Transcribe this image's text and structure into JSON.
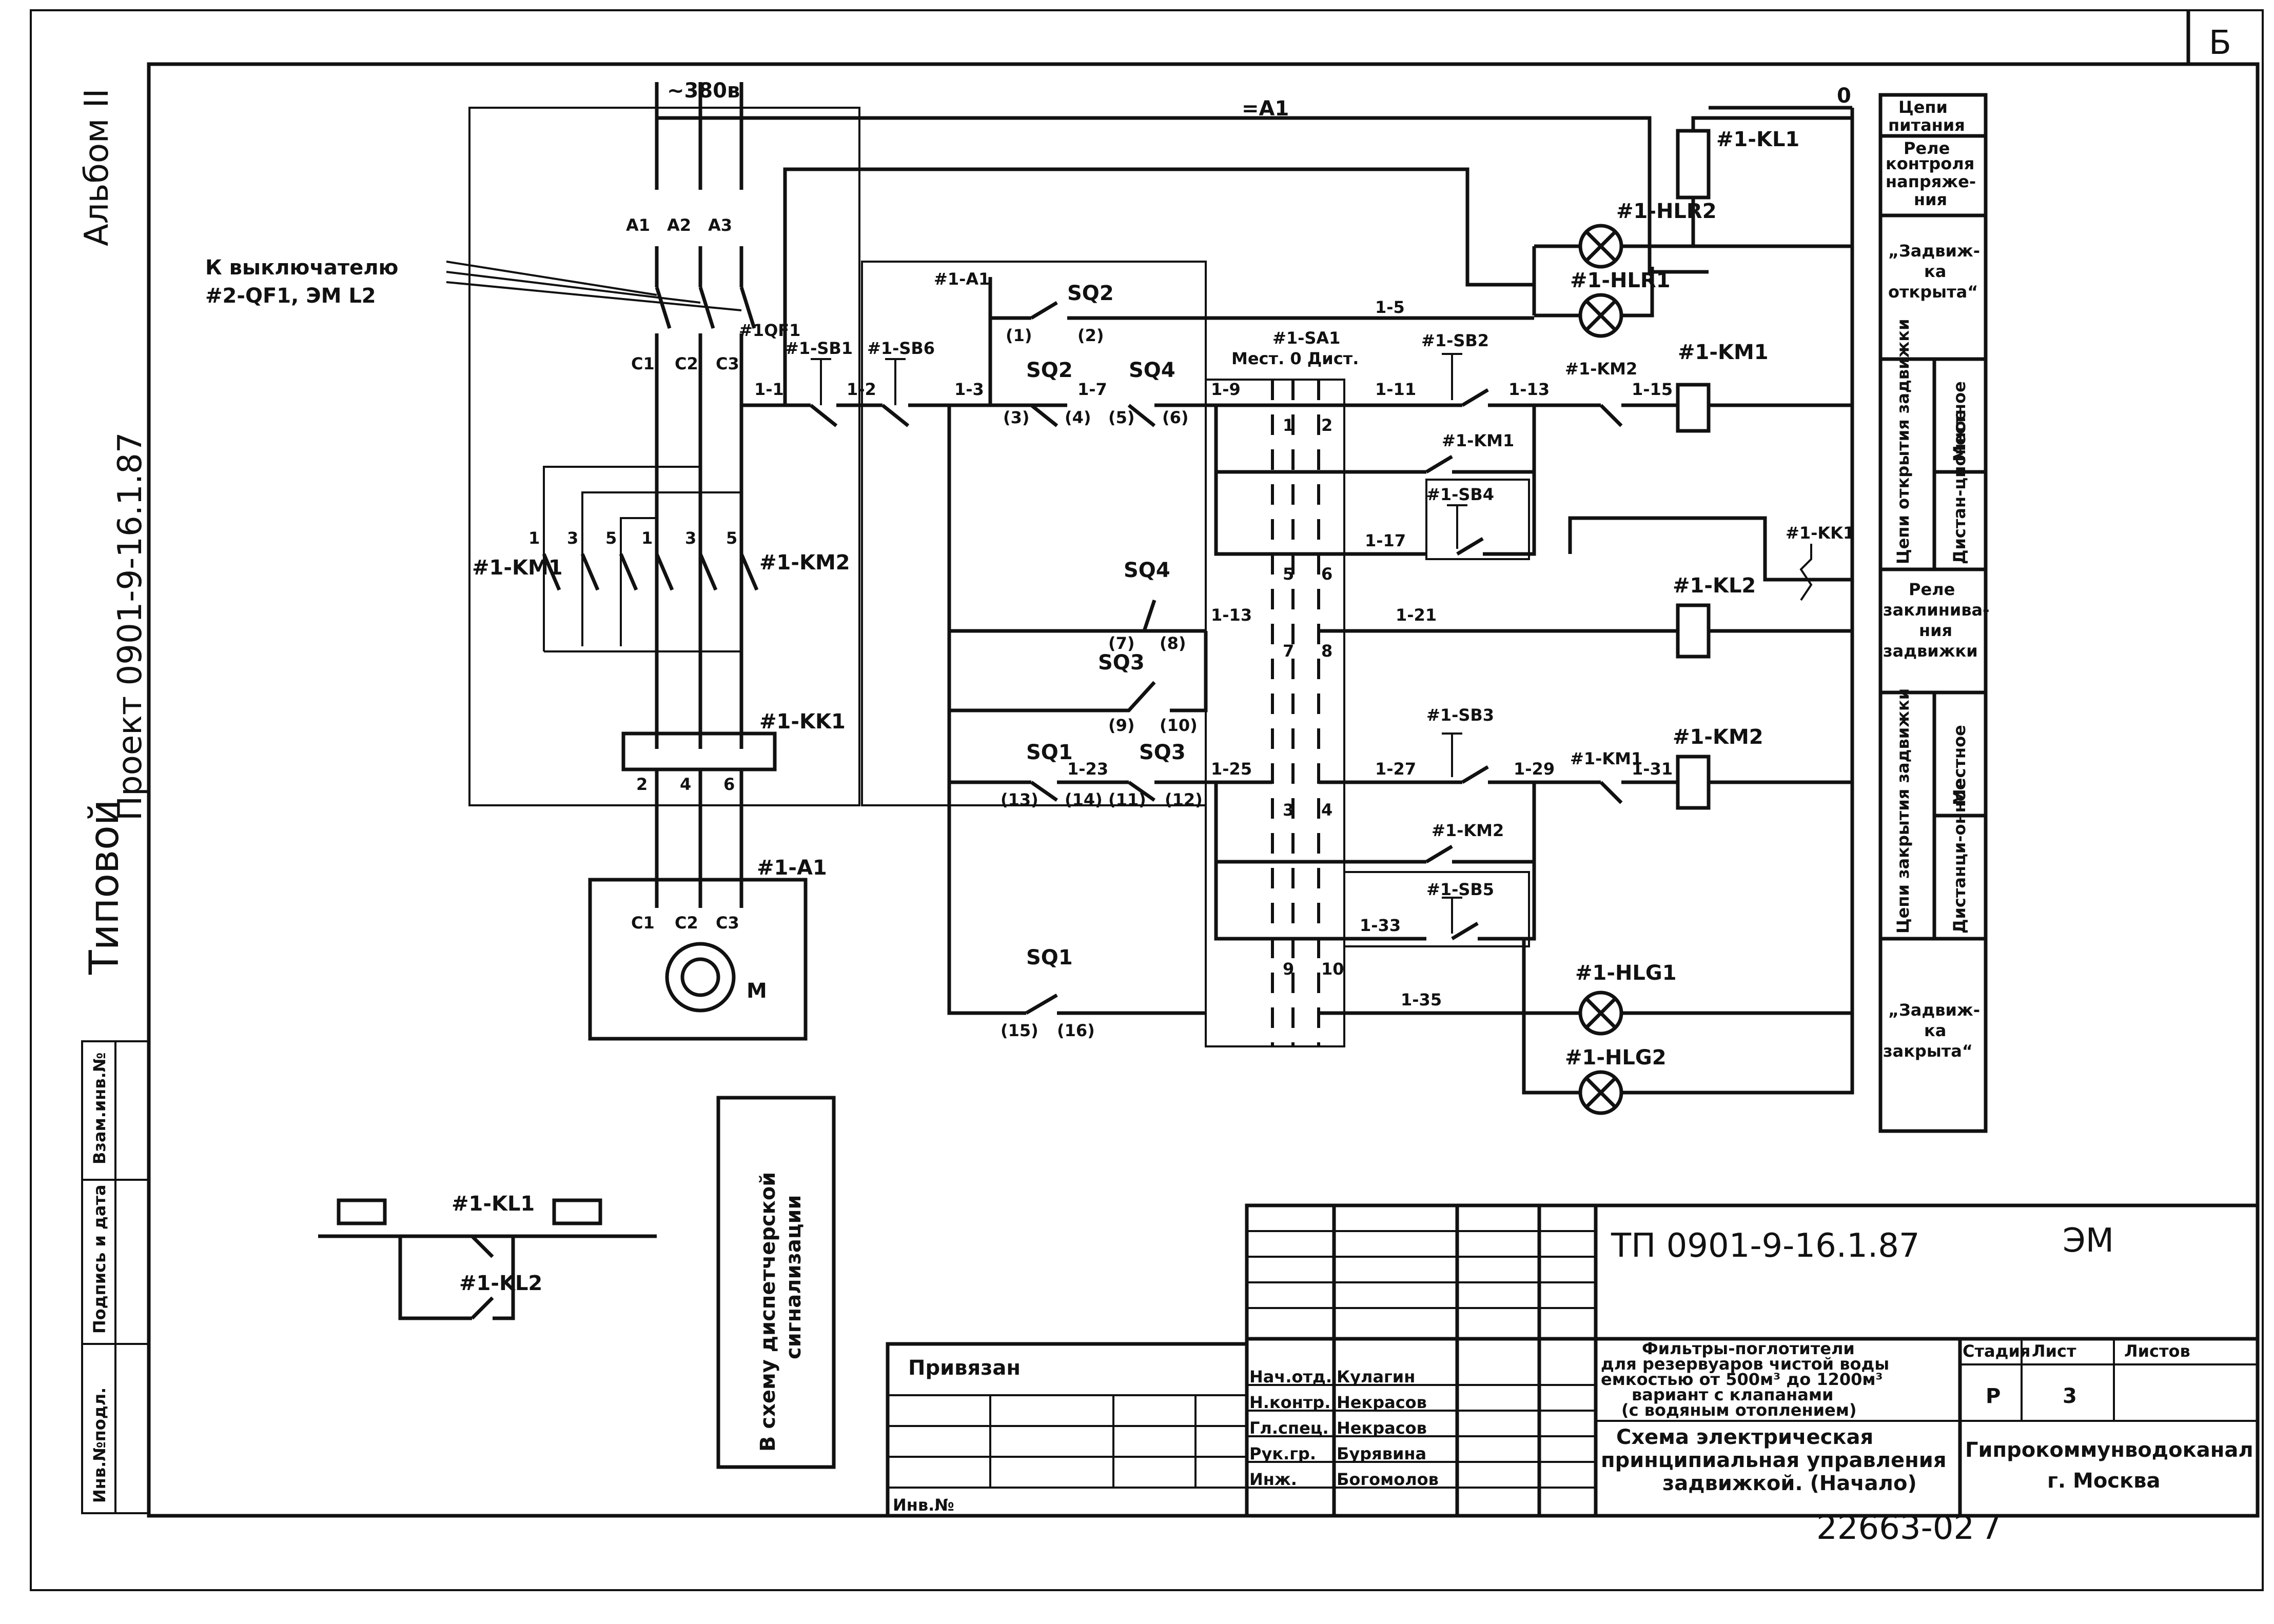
{
  "page_corner": "Б",
  "left_margin": {
    "album": "Альбом II",
    "project": "Проект 0901-9-16.1.87",
    "typical": "Типовой",
    "stamp_cells": [
      "Взам.инв.№",
      "Подпись и дата",
      "Инв.№подл."
    ]
  },
  "supply_label": "~380в",
  "bus_label": "=A1",
  "zero_label": "0",
  "breaker_note": [
    "К выключателю",
    "#2-QF1, ЭМ L2"
  ],
  "power": {
    "phases_top": [
      "A1",
      "A2",
      "A3"
    ],
    "phases_mid": [
      "C1",
      "C2",
      "C3"
    ],
    "qf": "#1QF1",
    "km1": "#1-KM1",
    "km2": "#1-KM2",
    "km_contacts": [
      "1",
      "3",
      "5",
      "1",
      "3",
      "5"
    ],
    "kk1": "#1-KK1",
    "kk_terms": [
      "2",
      "4",
      "6"
    ],
    "motor_unit": "#1-A1",
    "motor_terms": [
      "C1",
      "C2",
      "C3"
    ],
    "motor": "M"
  },
  "control": {
    "a1": "#1-A1",
    "sq2_top": "SQ2",
    "sq2_nums": [
      "(1)",
      "(2)"
    ],
    "sb1": "#1-SB1",
    "sb6": "#1-SB6",
    "sa1": "#1-SA1",
    "sa1_modes": "Мест. 0 Дист.",
    "sb2": "#1-SB2",
    "sq2": "SQ2",
    "sq4": "SQ4",
    "sq_nums_row1": [
      "(3)",
      "(4)",
      "(5)",
      "(6)"
    ],
    "km2_nc": "#1-KM2",
    "km1_coil": "#1-KM1",
    "km1_hold": "#1-KM1",
    "sb4": "#1-SB4",
    "kk1_ctrl": "#1-KK1",
    "sq4_b": "SQ4",
    "sq4_nums": [
      "(7)",
      "(8)"
    ],
    "sq3_b": "SQ3",
    "sq3_nums": [
      "(9)",
      "(10)"
    ],
    "kl2_coil": "#1-KL2",
    "sb3": "#1-SB3",
    "sq1": "SQ1",
    "sq3": "SQ3",
    "sq_nums_row2": [
      "(13)",
      "(14)",
      "(11)",
      "(12)"
    ],
    "km1_nc": "#1-KM1",
    "km2_coil": "#1-KM2",
    "km2_hold": "#1-KM2",
    "sb5": "#1-SB5",
    "sq1_b": "SQ1",
    "sq1_nums": [
      "(15)",
      "(16)"
    ],
    "kl1_coil": "#1-KL1",
    "hlr2": "#1-HLR2",
    "hlr1": "#1-HLR1",
    "hlg1": "#1-HLG1",
    "hlg2": "#1-HLG2",
    "sa_numbers": [
      "1",
      "2",
      "5",
      "6",
      "7",
      "8",
      "3",
      "4",
      "9",
      "10"
    ],
    "wires": [
      "1-1",
      "1-2",
      "1-3",
      "1-7",
      "1-9",
      "1-11",
      "1-13",
      "1-15",
      "1-17",
      "1-5",
      "1-13",
      "1-21",
      "1-23",
      "1-25",
      "1-27",
      "1-29",
      "1-31",
      "1-33",
      "1-35"
    ]
  },
  "legend_cells": [
    [
      "Цепи",
      "питания"
    ],
    [
      "Реле",
      "контроля",
      "напряже-",
      "ния"
    ],
    [
      "„Задвиж-",
      "ка",
      "открыта“"
    ],
    [
      "Реле",
      "заклинива-",
      "ния",
      "задвижки"
    ],
    [
      "„Задвиж-",
      "ка",
      "закрыта“"
    ]
  ],
  "legend_split_open": [
    "Цепи открытия задвижки",
    "Дистан-ционное",
    "Местное"
  ],
  "legend_split_close": [
    "Цепи закрытия задвижки",
    "Дистанци-онное",
    "Местное"
  ],
  "dispatch_box": [
    "В схему диспетчерской",
    "сигнализации"
  ],
  "kl_detail": {
    "kl1": "#1-KL1",
    "kl2": "#1-KL2"
  },
  "title_block": {
    "code": "ТП 0901-9-16.1.87",
    "sheet_code": "ЭМ",
    "bound": "Привязан",
    "inv": "Инв.№",
    "roles": [
      "Нач.отд.",
      "Н.контр.",
      "Гл.спец.",
      "Рук.гр.",
      "Инж."
    ],
    "names": [
      "Кулагин",
      "Некрасов",
      "Некрасов",
      "Бурявина",
      "Богомолов"
    ],
    "description": [
      "Фильтры-поглотители",
      "для резервуаров чистой воды",
      "емкостью от 500м³ до 1200м³",
      "вариант с клапанами",
      "(с водяным отоплением)"
    ],
    "drawing_title": [
      "Схема электрическая",
      "принципиальная управления",
      "задвижкой. (Начало)"
    ],
    "stage_h": "Стадия",
    "sheet_h": "Лист",
    "sheets_h": "Листов",
    "stage": "Р",
    "sheet": "3",
    "org": [
      "Гипрокоммунводоканал",
      "г. Москва"
    ],
    "number": "22663-02",
    "page": "7"
  }
}
